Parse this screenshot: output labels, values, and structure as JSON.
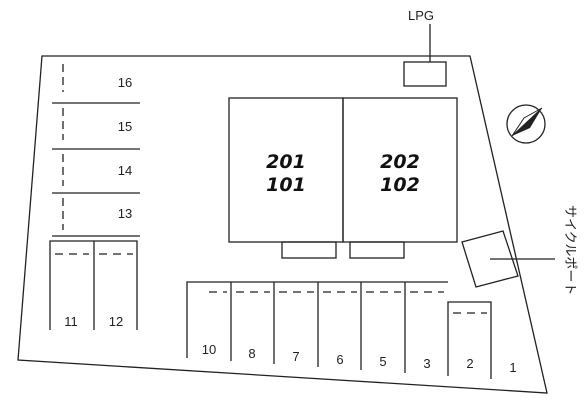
{
  "labels": {
    "lpg": "LPG",
    "cycle_port": "サイクルポート"
  },
  "rooms": {
    "left_upper": "201",
    "left_lower": "101",
    "right_upper": "202",
    "right_lower": "102"
  },
  "parking": {
    "north_column": [
      "16",
      "15",
      "14",
      "13"
    ],
    "west_pair": [
      "11",
      "12"
    ],
    "south_row": [
      "10",
      "8",
      "7",
      "6",
      "5",
      "3",
      "2",
      "1"
    ]
  },
  "icons": {
    "compass": "compass-north-icon"
  }
}
